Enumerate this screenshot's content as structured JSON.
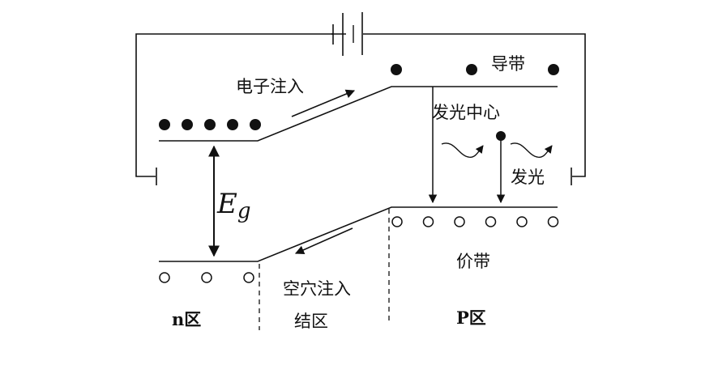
{
  "title": "PN junction light emission band diagram",
  "labels": {
    "conduction_band": "导带",
    "electron_injection": "电子注入",
    "luminescence_center": "发光中心",
    "emission": "发光",
    "bandgap_symbol": "E",
    "bandgap_subscript": "g",
    "valence_band": "价带",
    "hole_injection": "空穴注入",
    "n_region": "n区",
    "junction_region": "结区",
    "p_region": "P区"
  },
  "carriers": {
    "n_side_electrons": 5,
    "p_side_electrons": 3,
    "n_side_holes": 3,
    "p_side_holes": 6
  },
  "colors": {
    "line": "#111111",
    "background": "#ffffff"
  }
}
